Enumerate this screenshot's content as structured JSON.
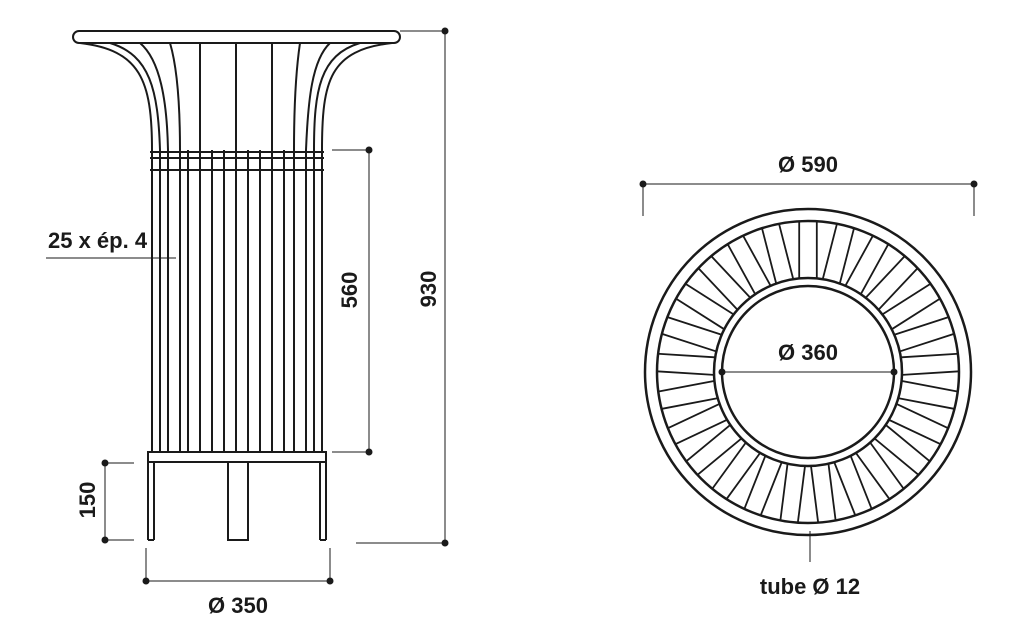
{
  "side_view": {
    "slat_label": "25 x ép. 4",
    "height_total": "930",
    "height_slats": "560",
    "height_base": "150",
    "base_diameter": "Ø 350"
  },
  "top_view": {
    "outer_diameter": "Ø 590",
    "inner_diameter": "Ø 360",
    "tube_label": "tube Ø 12"
  },
  "colors": {
    "line": "#1a1a1a",
    "background": "#ffffff"
  }
}
